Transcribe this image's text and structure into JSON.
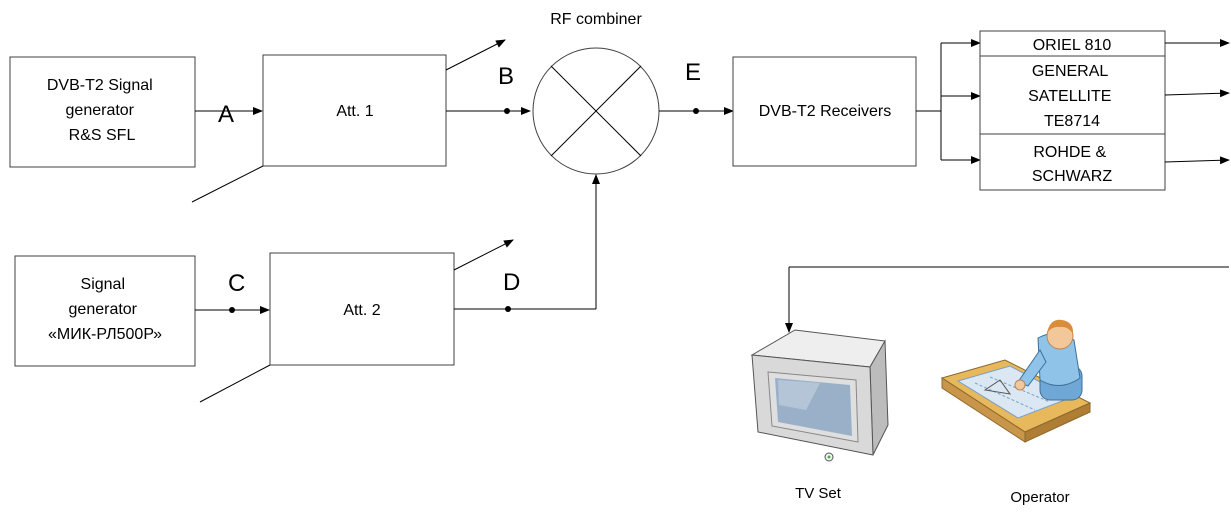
{
  "blocks": {
    "signal_generator_1": [
      "DVB-T2 Signal",
      "generator",
      "R&S SFL"
    ],
    "attenuator_1": "Att. 1",
    "signal_generator_2": [
      "Signal",
      "generator",
      "«МИК-РЛ500Р»"
    ],
    "attenuator_2": "Att. 2",
    "rf_combiner": "RF combiner",
    "receivers": "DVB-T2 Receivers",
    "receiver_list": [
      [
        "ORIEL 810"
      ],
      [
        "GENERAL",
        "SATELLITE",
        "TE8714"
      ],
      [
        "ROHDE &",
        "SCHWARZ"
      ]
    ],
    "tv_set": "TV Set",
    "operator": "Operator"
  },
  "points": {
    "a": "A",
    "b": "B",
    "c": "C",
    "d": "D",
    "e": "E"
  },
  "colors": {
    "line": "#000000",
    "box_border": "#404040",
    "tv_body": "#d9d9d9",
    "tv_screen": "#9ab0c8",
    "desk": "#e8b85c",
    "person_shirt": "#8fc3e8",
    "person_skin": "#f2c79a"
  },
  "icons": {
    "tv": "tv-icon",
    "operator": "operator-icon"
  }
}
